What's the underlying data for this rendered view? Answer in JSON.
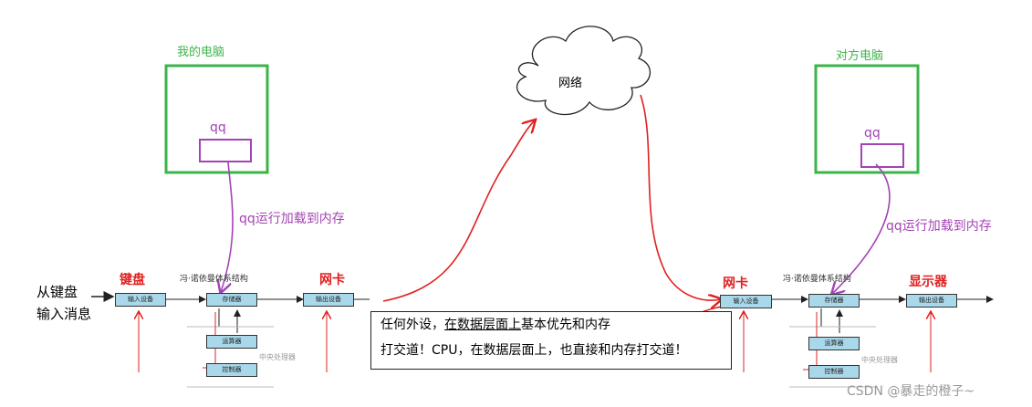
{
  "left_pc": {
    "title": "我的电脑",
    "app": "qq"
  },
  "right_pc": {
    "title": "对方电脑",
    "app": "qq"
  },
  "cloud": {
    "label": "网络"
  },
  "load_note_left": "qq运行加载到内存",
  "load_note_right": "qq运行加载到内存",
  "input_label_line1": "从键盘",
  "input_label_line2": "输入消息",
  "left_chain": {
    "keyboard": "键盘",
    "nic": "网卡",
    "arch_caption": "冯·诺依曼体系结构",
    "input_box": "输入设备",
    "memory_box": "存储器",
    "nic_box": "输出设备",
    "alu_box": "运算器",
    "ctrl_box": "控制器",
    "cpu_caption": "中央处理器"
  },
  "right_chain": {
    "nic": "网卡",
    "display": "显示器",
    "arch_caption": "冯·诺依曼体系结构",
    "input_box": "输入设备",
    "memory_box": "存储器",
    "output_box": "输出设备",
    "alu_box": "运算器",
    "ctrl_box": "控制器",
    "cpu_caption": "中央处理器"
  },
  "note": {
    "line1_a": "任何外设，",
    "line1_b": "在数据层面上",
    "line1_c": "基本优先和内存",
    "line2": "打交道！CPU，在数据层面上，也直接和内存打交道！"
  },
  "watermark": "CSDN @暴走的橙子~",
  "colors": {
    "green": "#3bb54a",
    "purple": "#a343b5",
    "red": "#e02020",
    "cyan": "#a9d8ea"
  }
}
